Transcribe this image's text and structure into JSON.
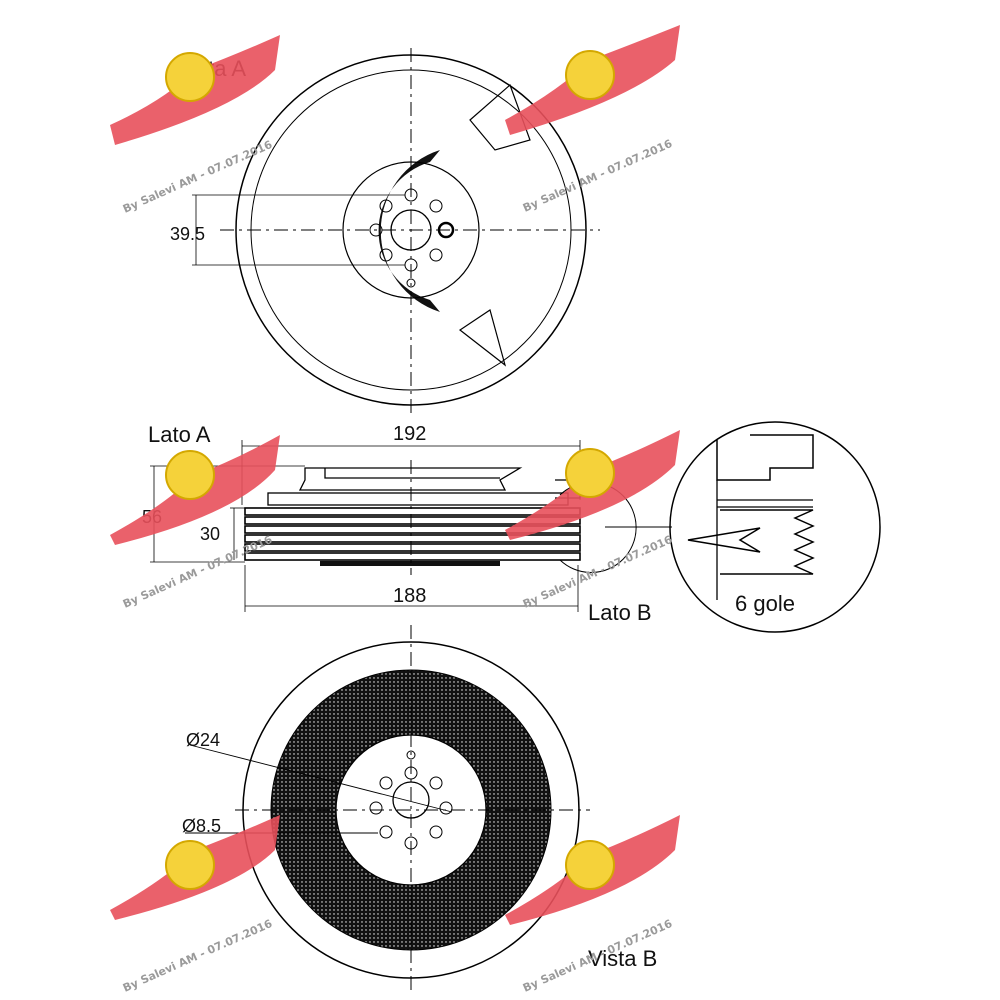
{
  "views": {
    "vista_a": "Vista A",
    "vista_b": "Vista B",
    "lato_a": "Lato A",
    "lato_b": "Lato B"
  },
  "dimensions": {
    "bolt_circle": "39.5",
    "outer_diameter": "192",
    "total_width": "56",
    "belt_width": "30",
    "belt_diameter": "188",
    "bore": "Ø24",
    "hole": "Ø8.5"
  },
  "detail": {
    "grooves_label": "6 gole"
  },
  "watermark": {
    "text": "By Salevi AM - 07.07.2016",
    "color": "#e8505b"
  }
}
